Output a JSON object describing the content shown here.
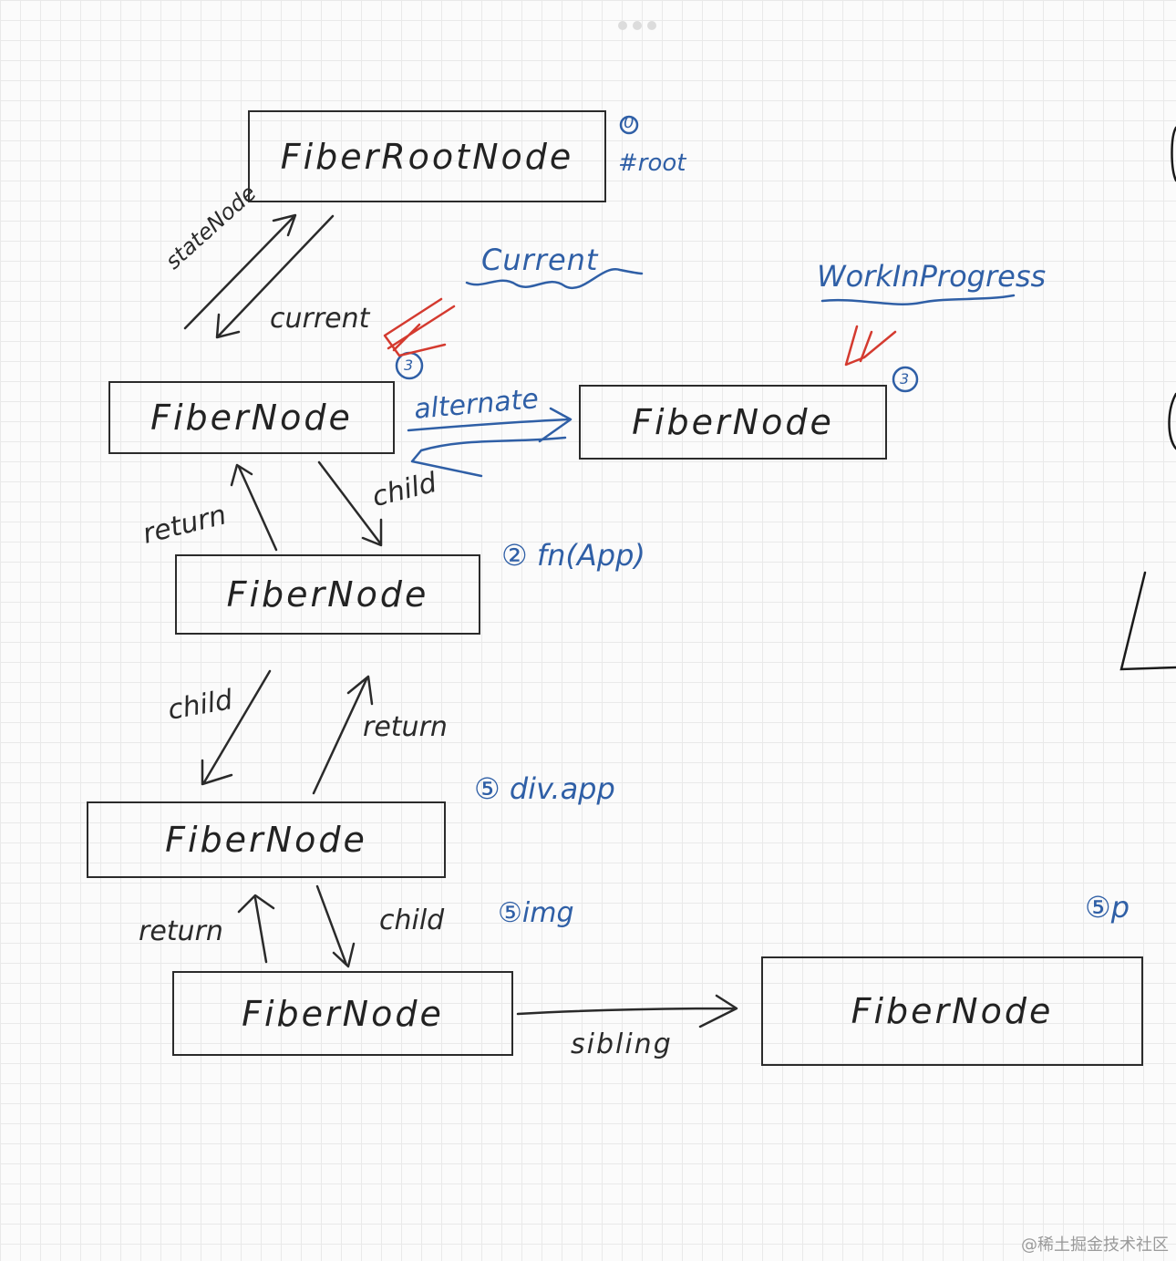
{
  "nodes": {
    "root": "FiberRootNode",
    "current": "FiberNode",
    "wip": "FiberNode",
    "app": "FiberNode",
    "div": "FiberNode",
    "img": "FiberNode",
    "p": "FiberNode"
  },
  "edges": {
    "state_node": "stateNode",
    "current": "current",
    "alternate": "alternate",
    "child_1": "child",
    "return_1": "return",
    "child_2": "child",
    "return_2": "return",
    "return_3": "return",
    "child_3": "child",
    "sibling": "sibling"
  },
  "annotations": {
    "root_step": "0",
    "root_tag": "#root",
    "current_title": "Current",
    "wip_title": "WorkInProgress",
    "current_step": "3",
    "wip_step": "3",
    "app_note": "② fn(App)",
    "div_note": "⑤ div.app",
    "img_note": "⑤img",
    "p_note": "⑤p"
  },
  "watermark": "@稀土掘金技术社区",
  "colors": {
    "ink": "#2a2a2a",
    "blue": "#2f5fa6",
    "red": "#d43a2f"
  }
}
